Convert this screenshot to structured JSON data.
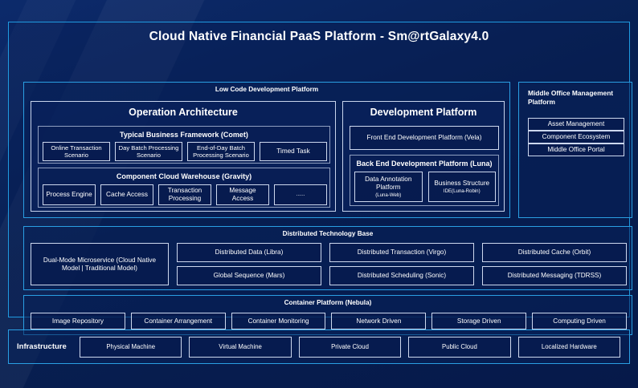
{
  "colors": {
    "background": "#082052",
    "accent_cyan": "#2a9fe3",
    "chip_border": "#cdd8ee",
    "panel_grey_border": "#8f9fc0",
    "text": "#ffffff"
  },
  "deck": {
    "title": "Cloud Native Financial PaaS Platform - Sm@rtGalaxy4.0"
  },
  "low_code": {
    "title": "Low Code Development Platform",
    "operation_architecture": {
      "title": "Operation Architecture",
      "typical_business_framework": {
        "title": "Typical Business Framework (Comet)",
        "items": [
          "Online Transaction Scenario",
          "Day Batch Processing Scenario",
          "End-of-Day Batch Processing Scenario",
          "Timed Task"
        ]
      },
      "component_cloud_warehouse": {
        "title": "Component Cloud Warehouse (Gravity)",
        "items": [
          "Process Engine",
          "Cache Access",
          "Transaction Processing",
          "Message Access",
          "......"
        ]
      }
    },
    "development_platform": {
      "title": "Development Platform",
      "front_end": "Front End Development Platform (Vela)",
      "back_end": {
        "title": "Back End Development Platform (Luna)",
        "items": [
          {
            "label": "Data Annotation Platform",
            "sub": "(Luna-Web)"
          },
          {
            "label": "Business Structure",
            "sub": "IDE(Luna-Robin)"
          }
        ]
      }
    }
  },
  "middle_office": {
    "title": "Middle Office Management Platform",
    "items": [
      "Asset Management",
      "Component Ecosystem",
      "Middle Office Portal"
    ]
  },
  "distributed_technology_base": {
    "title": "Distributed Technology Base",
    "highlight": "Dual-Mode Microservice (Cloud Native Model | Traditional Model)",
    "columns": [
      {
        "top": "Distributed Data (Libra)",
        "bottom": "Global Sequence (Mars)"
      },
      {
        "top": "Distributed Transaction (Virgo)",
        "bottom": "Distributed Scheduling (Sonic)"
      },
      {
        "top": "Distributed Cache (Orbit)",
        "bottom": "Distributed Messaging (TDRSS)"
      }
    ]
  },
  "container_platform": {
    "title": "Container Platform (Nebula)",
    "items": [
      "Image Repository",
      "Container Arrangement",
      "Container Monitoring",
      "Network Driven",
      "Storage Driven",
      "Computing Driven"
    ]
  },
  "infrastructure": {
    "label": "Infrastructure",
    "items": [
      "Physical Machine",
      "Virtual Machine",
      "Private Cloud",
      "Public Cloud",
      "Localized Hardware"
    ]
  }
}
